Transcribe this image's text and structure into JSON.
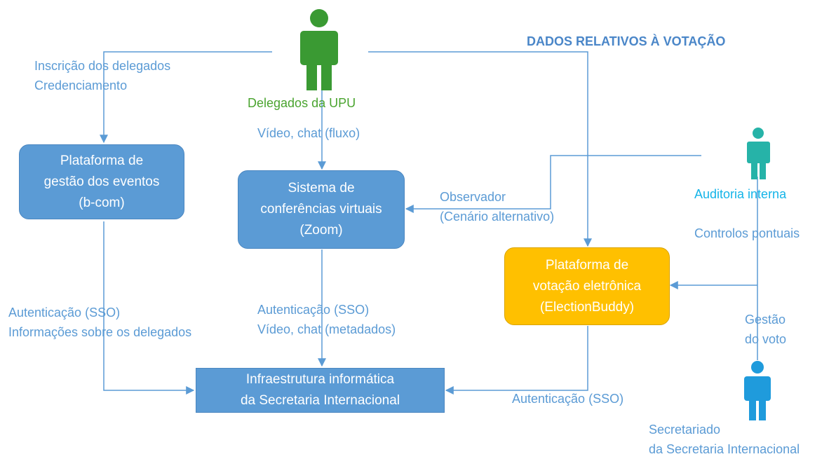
{
  "header": {
    "title": "DADOS RELATIVOS À VOTAÇÃO"
  },
  "actors": {
    "delegates": {
      "label": "Delegados da UPU",
      "color": "#3a9a33"
    },
    "internal_audit": {
      "label": "Auditoria interna",
      "color": "#26b3a8"
    },
    "secretariat": {
      "lines": [
        "Secretariado",
        "da Secretaria Internacional"
      ],
      "color": "#1f9bdc"
    }
  },
  "boxes": {
    "event_platform": {
      "lines": [
        "Plataforma de",
        "gestão dos eventos",
        "(b-com)"
      ]
    },
    "conference_system": {
      "lines": [
        "Sistema de",
        "conferências virtuais",
        "(Zoom)"
      ]
    },
    "voting_platform": {
      "lines": [
        "Plataforma de",
        "votação eletrônica",
        "(ElectionBuddy)"
      ]
    },
    "infrastructure": {
      "lines": [
        "Infraestrutura informática",
        "da Secretaria Internacional"
      ]
    }
  },
  "flow_labels": {
    "registration": [
      "Inscrição dos delegados",
      "Credenciamento"
    ],
    "video_chat_stream": "Vídeo, chat (fluxo)",
    "observer": [
      "Observador",
      "(Cenário alternativo)"
    ],
    "spot_checks": "Controlos pontuais",
    "vote_management": [
      "Gestão",
      "do voto"
    ],
    "auth_event_info": [
      "Autenticação (SSO)",
      "Informações sobre os delegados"
    ],
    "auth_video_meta": [
      "Autenticação (SSO)",
      "Vídeo, chat (metadados)"
    ],
    "auth_voting": "Autenticação (SSO)"
  },
  "colors": {
    "box_blue": "#5b9bd5",
    "box_orange": "#ffc000",
    "line": "#5b9bd5",
    "label_text": "#5b9bd5"
  }
}
